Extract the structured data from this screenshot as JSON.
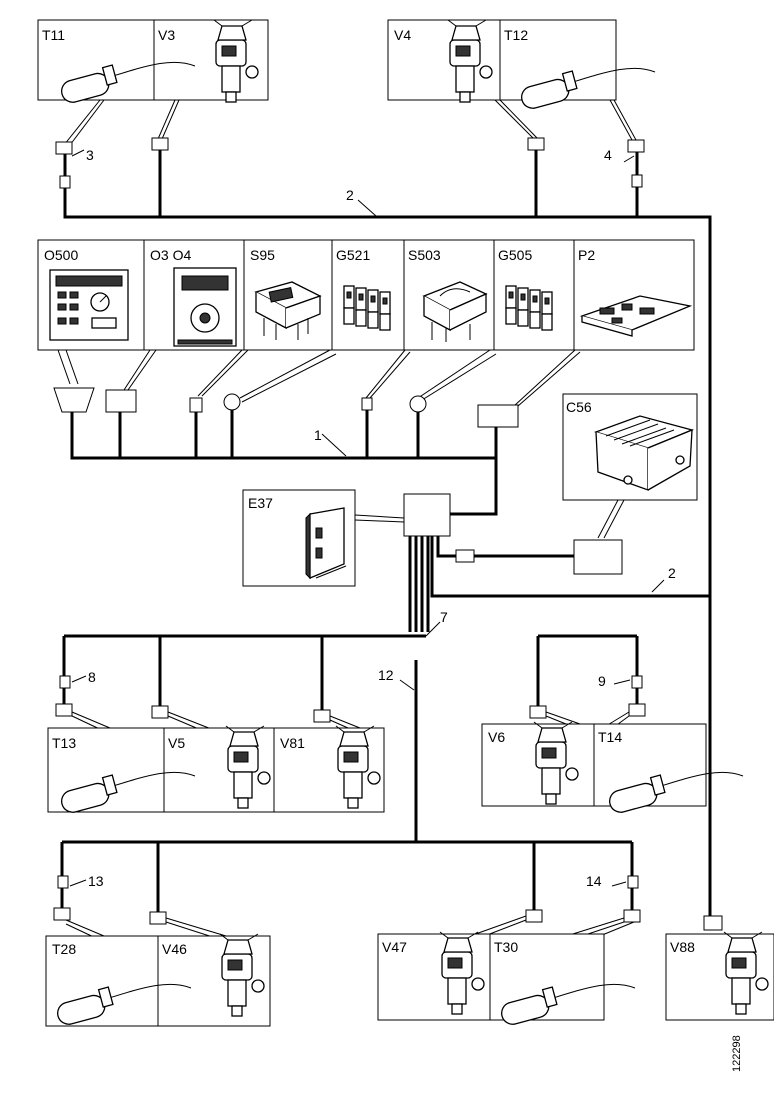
{
  "components": {
    "T11": "T11",
    "V3": "V3",
    "V4": "V4",
    "T12": "T12",
    "O500": "O500",
    "O3O4": "O3 O4",
    "S95": "S95",
    "G521": "G521",
    "S503": "S503",
    "G505": "G505",
    "P2": "P2",
    "C56": "C56",
    "E37": "E37",
    "T13": "T13",
    "V5": "V5",
    "V81": "V81",
    "V6": "V6",
    "T14": "T14",
    "T28": "T28",
    "V46": "V46",
    "V47": "V47",
    "T30": "T30",
    "V88": "V88"
  },
  "callouts": {
    "c1": "1",
    "c2a": "2",
    "c2b": "2",
    "c3": "3",
    "c4": "4",
    "c7": "7",
    "c8": "8",
    "c9": "9",
    "c12": "12",
    "c13": "13",
    "c14": "14"
  },
  "figure_id": "122298"
}
